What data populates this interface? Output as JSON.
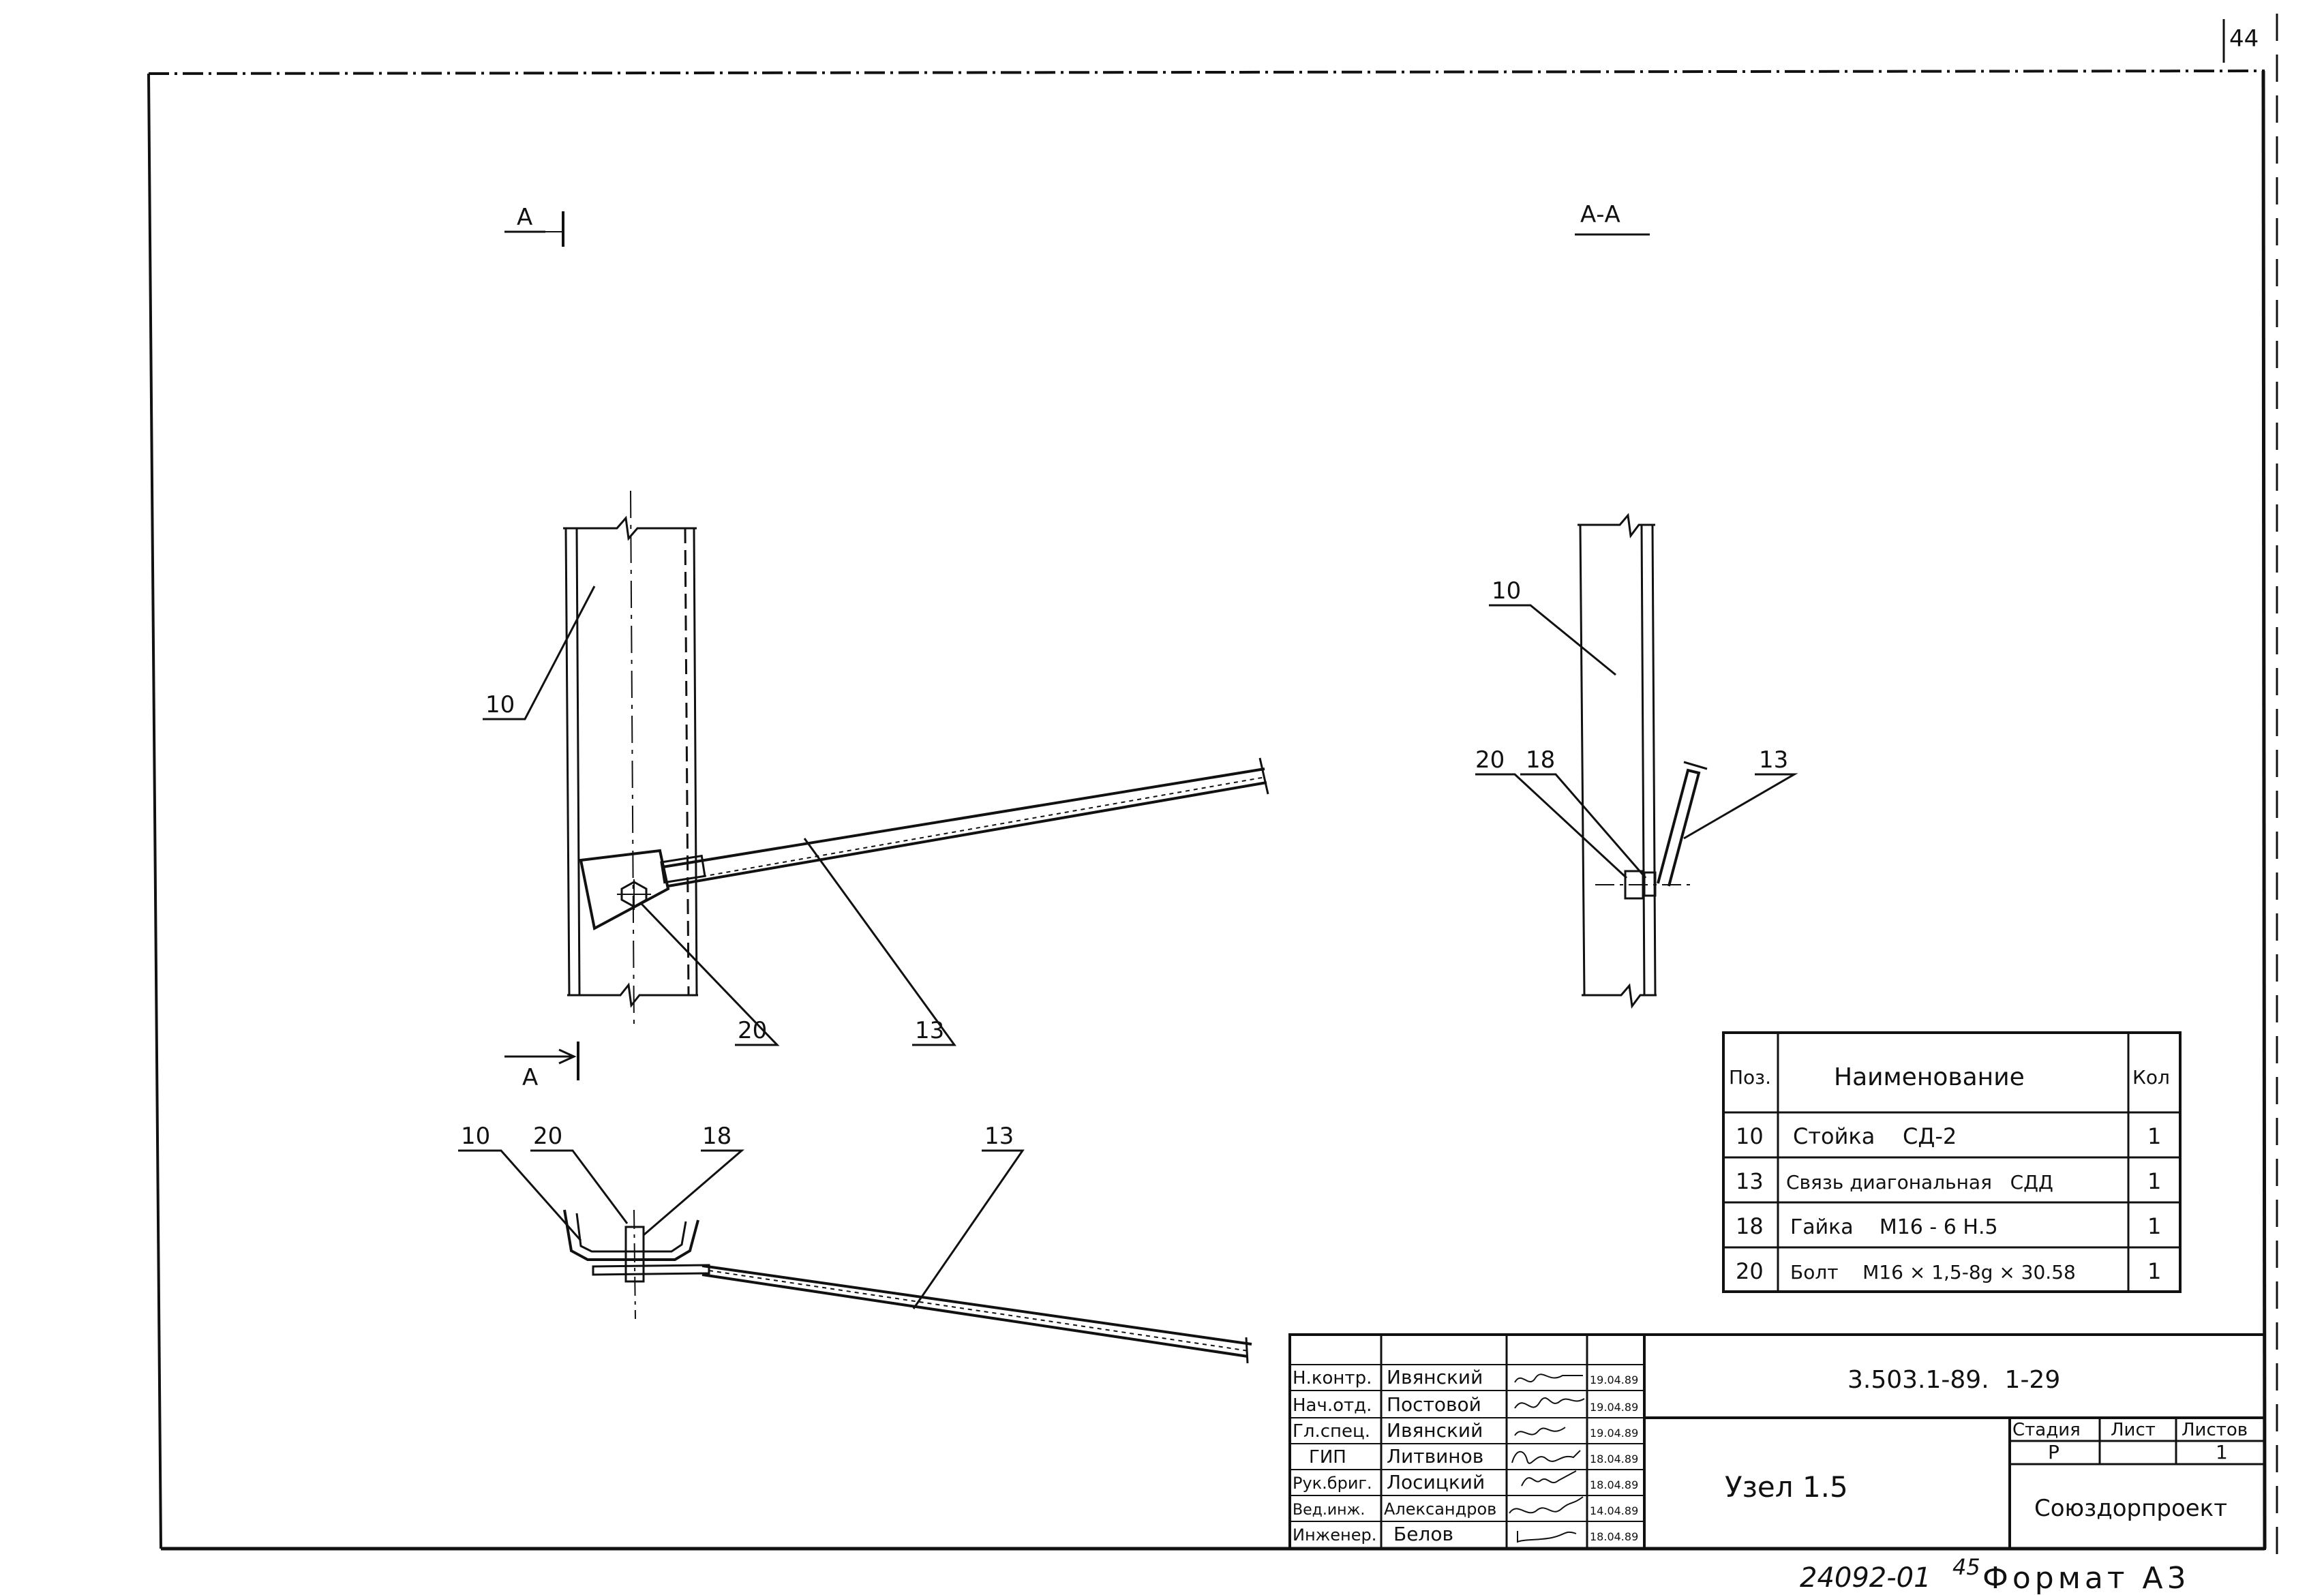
{
  "sheet_corner_number": "44",
  "section_marks": {
    "left_top": "А",
    "left_bottom": "А",
    "section_title": "А-А"
  },
  "callouts": {
    "front": [
      "10",
      "20",
      "13"
    ],
    "plan": [
      "10",
      "20",
      "18",
      "13"
    ],
    "section": [
      "10",
      "20",
      "18",
      "13"
    ]
  },
  "spec_table": {
    "headers": [
      "Поз.",
      "Наименование",
      "Кол"
    ],
    "rows": [
      {
        "pos": "10",
        "name": "Стойка    СД-2",
        "qty": "1"
      },
      {
        "pos": "13",
        "name": "Связь диагональная   СДД",
        "qty": "1"
      },
      {
        "pos": "18",
        "name": "Гайка    М16 - 6 Н.5",
        "qty": "1"
      },
      {
        "pos": "20",
        "name": "Болт    М16 × 1,5-8g × 30.58",
        "qty": "1"
      }
    ]
  },
  "title_block": {
    "signatures": [
      {
        "role": "Н.контр.",
        "name": "Ивянский",
        "date": "19.04.89"
      },
      {
        "role": "Нач.отд.",
        "name": "Постовой",
        "date": "19.04.89"
      },
      {
        "role": "Гл.спец.",
        "name": "Ивянский",
        "date": "19.04.89"
      },
      {
        "role": "ГИП",
        "name": "Литвинов",
        "date": "18.04.89"
      },
      {
        "role": "Рук.бриг.",
        "name": "Лосицкий",
        "date": "18.04.89"
      },
      {
        "role": "Вед.инж.",
        "name": "Александров",
        "date": "14.04.89"
      },
      {
        "role": "Инженер.",
        "name": "Белов",
        "date": "18.04.89"
      }
    ],
    "document_code": "3.503.1-89.  1-29",
    "drawing_title": "Узел 1.5",
    "stage_header": "Стадия",
    "sheet_header": "Лист",
    "sheets_header": "Листов",
    "stage_value": "Р",
    "sheet_value": "",
    "sheets_value": "1",
    "organization": "Союздорпроект"
  },
  "footer": {
    "inventory_number": "24092-01",
    "page_number": "45",
    "format": "Формат А3"
  }
}
